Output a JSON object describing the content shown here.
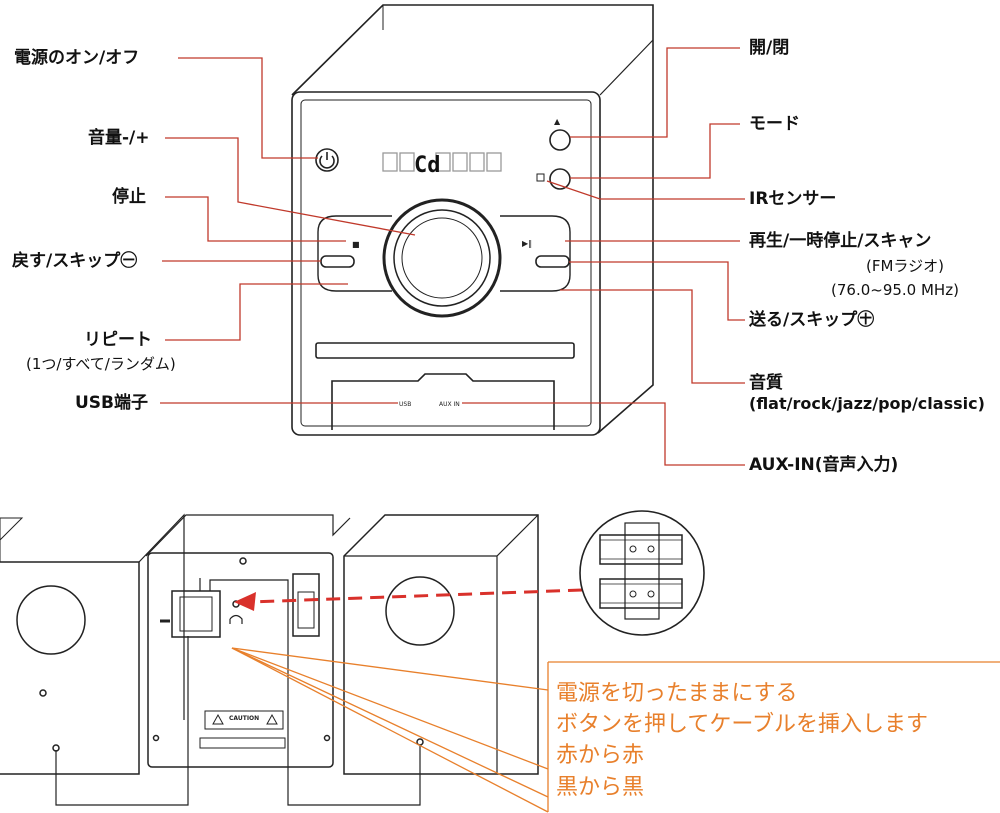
{
  "labels_left": {
    "power": "電源のオン/オフ",
    "volume": "音量-/+",
    "stop": "停止",
    "prev_skip": "戻す/スキップ㊀",
    "repeat": "リピート",
    "repeat_detail": "(1つ/すべて/ランダム)",
    "usb": "USB端子"
  },
  "labels_right": {
    "open_close": "開/閉",
    "mode": "モード",
    "ir_sensor": "IRセンサー",
    "play_pause_scan": "再生/一時停止/スキャン",
    "fm_radio": "(FMラジオ)",
    "fm_range": "(76.0~95.0 MHz)",
    "next_skip": "送る/スキップ㊉",
    "sound_quality": "音質",
    "sound_presets": "(flat/rock/jazz/pop/classic)",
    "aux_in": "AUX-IN(音声入力)"
  },
  "device_text": {
    "display": "Cd",
    "usb_port": "USB",
    "aux_port": "AUX IN",
    "caution": "CAUTION"
  },
  "wiring_note": [
    "電源を切ったままにする",
    "ボタンを押してケーブルを挿入します",
    "赤から赤",
    "黒から黒"
  ],
  "colors": {
    "callout_line": "#c0392b",
    "note_text": "#e8802c",
    "arrow": "#d9312b",
    "outline": "#222222"
  }
}
